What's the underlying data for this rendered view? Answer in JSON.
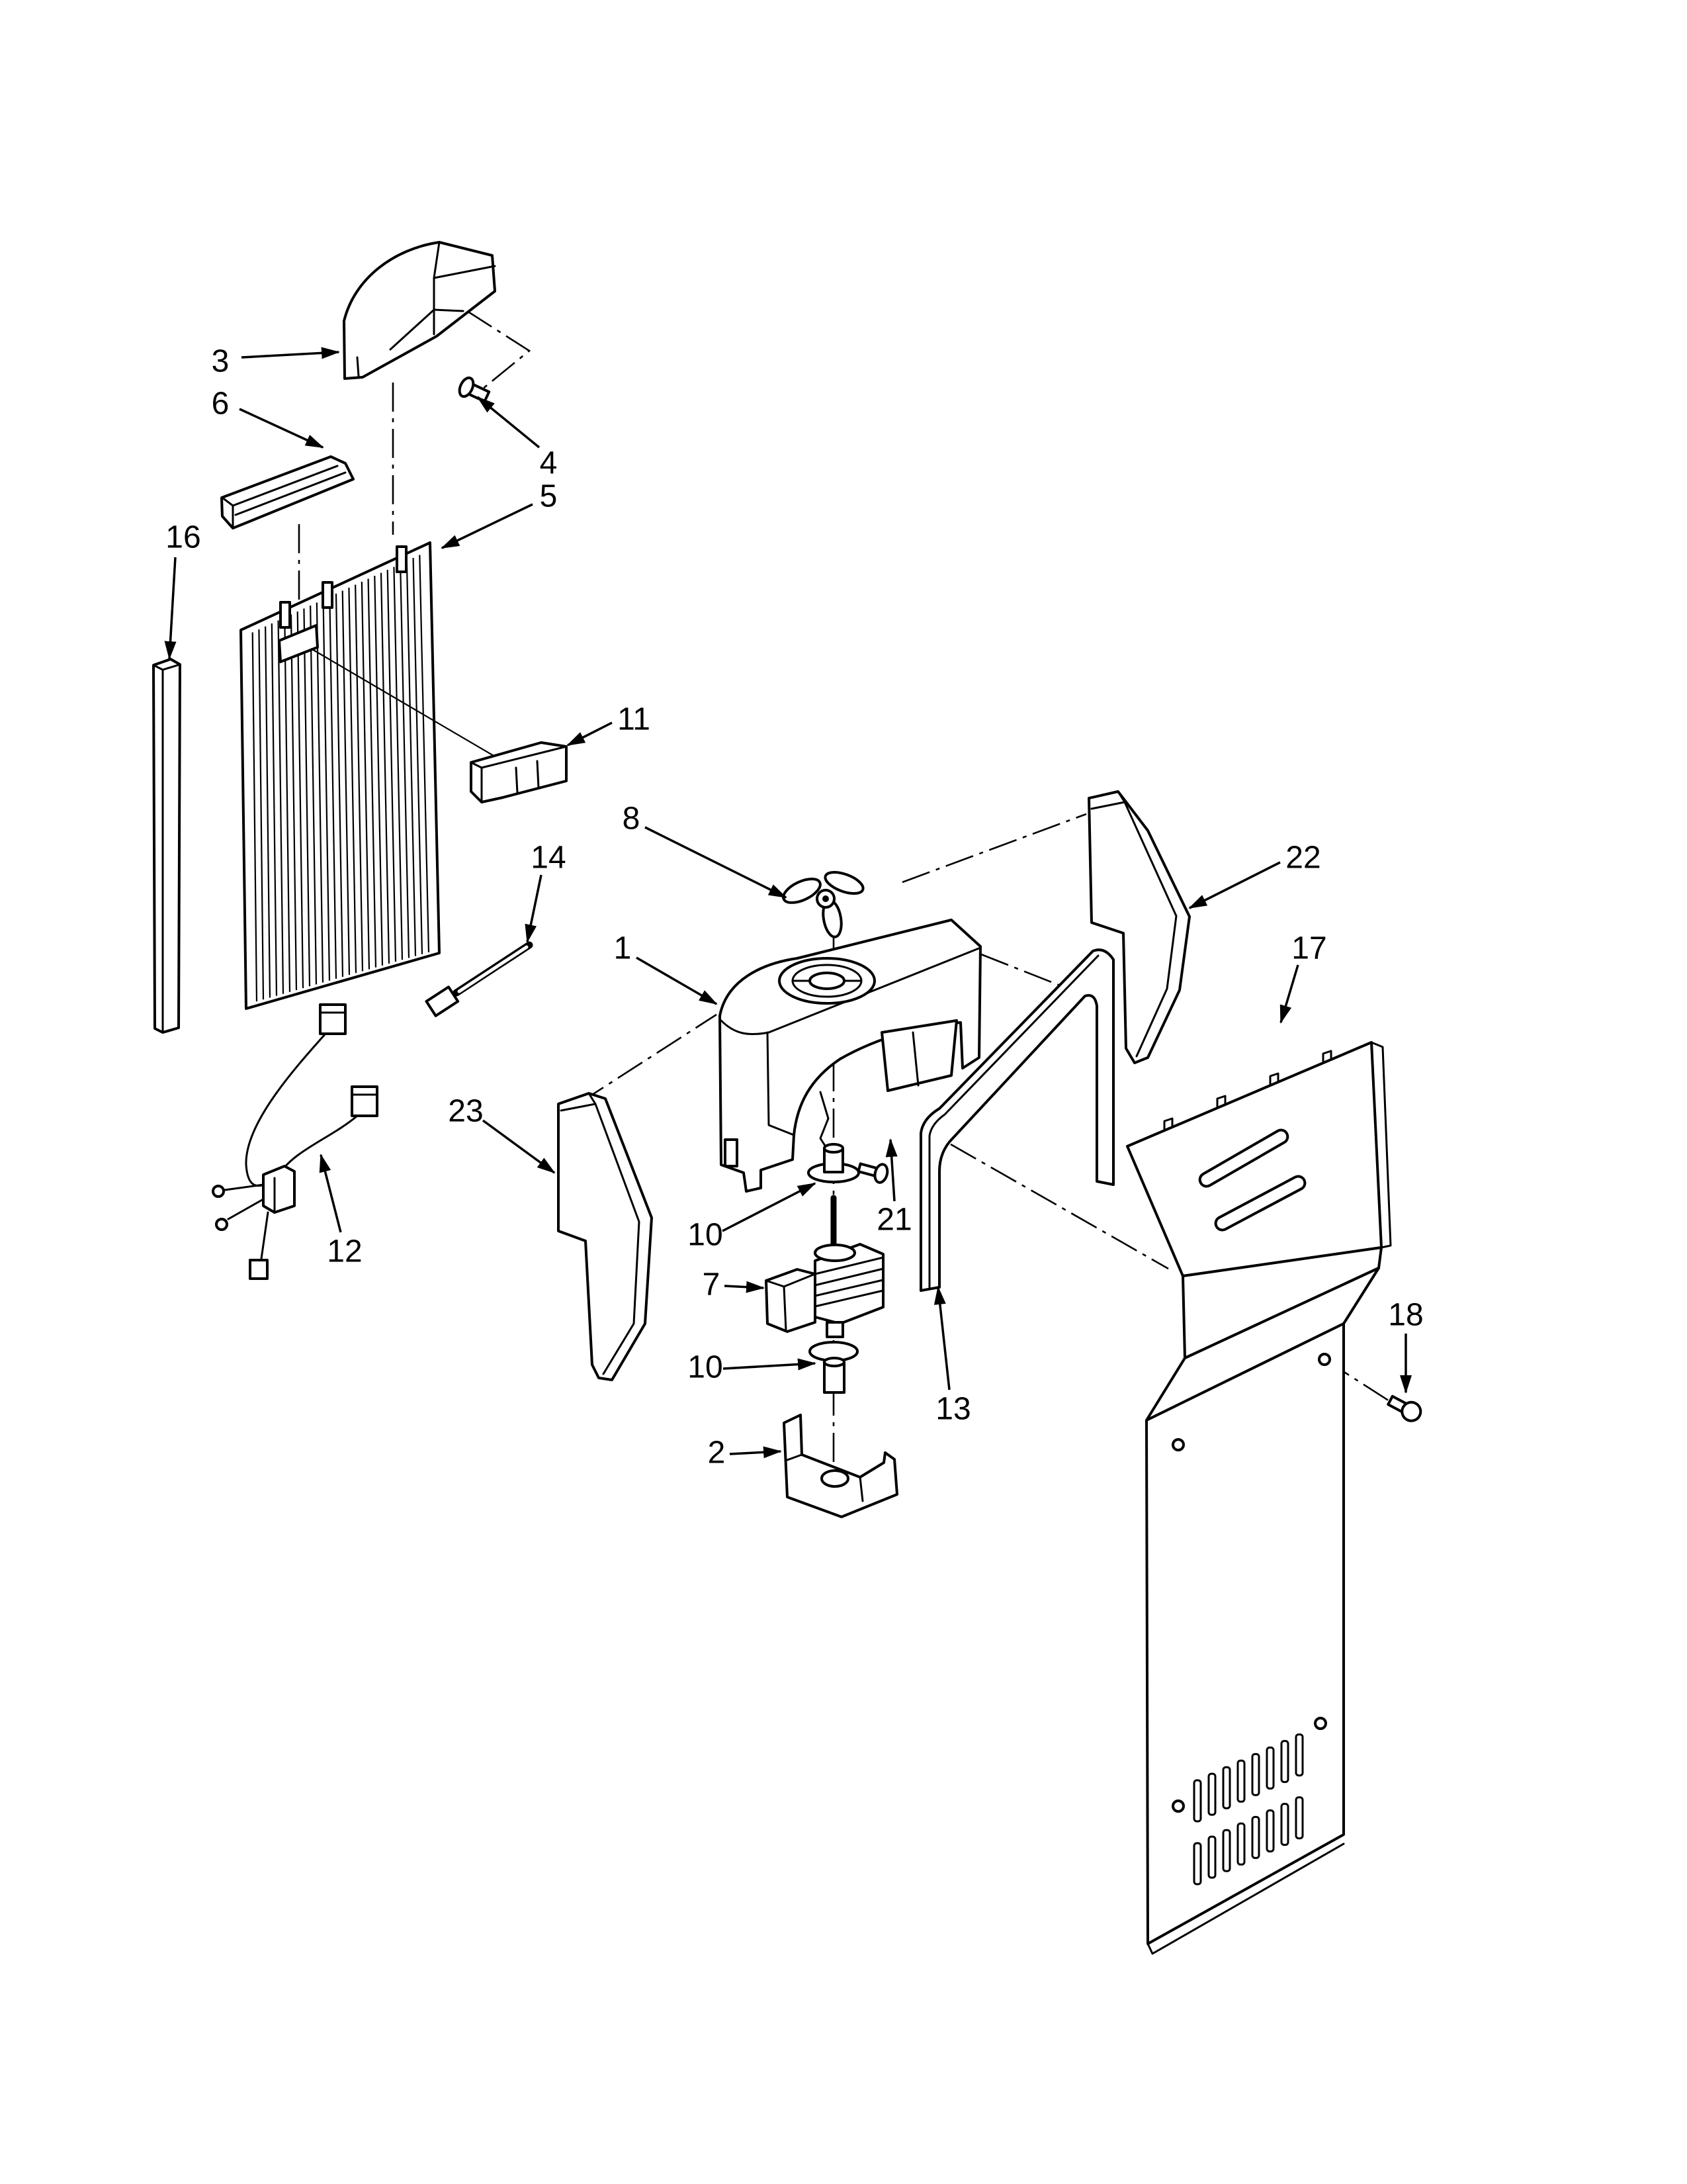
{
  "colors": {
    "ink": "#000000",
    "paper": "#ffffff"
  },
  "callouts": [
    "3",
    "6",
    "4",
    "5",
    "16",
    "11",
    "14",
    "8",
    "22",
    "1",
    "17",
    "23",
    "21",
    "10",
    "12",
    "7",
    "10",
    "18",
    "13",
    "2"
  ]
}
